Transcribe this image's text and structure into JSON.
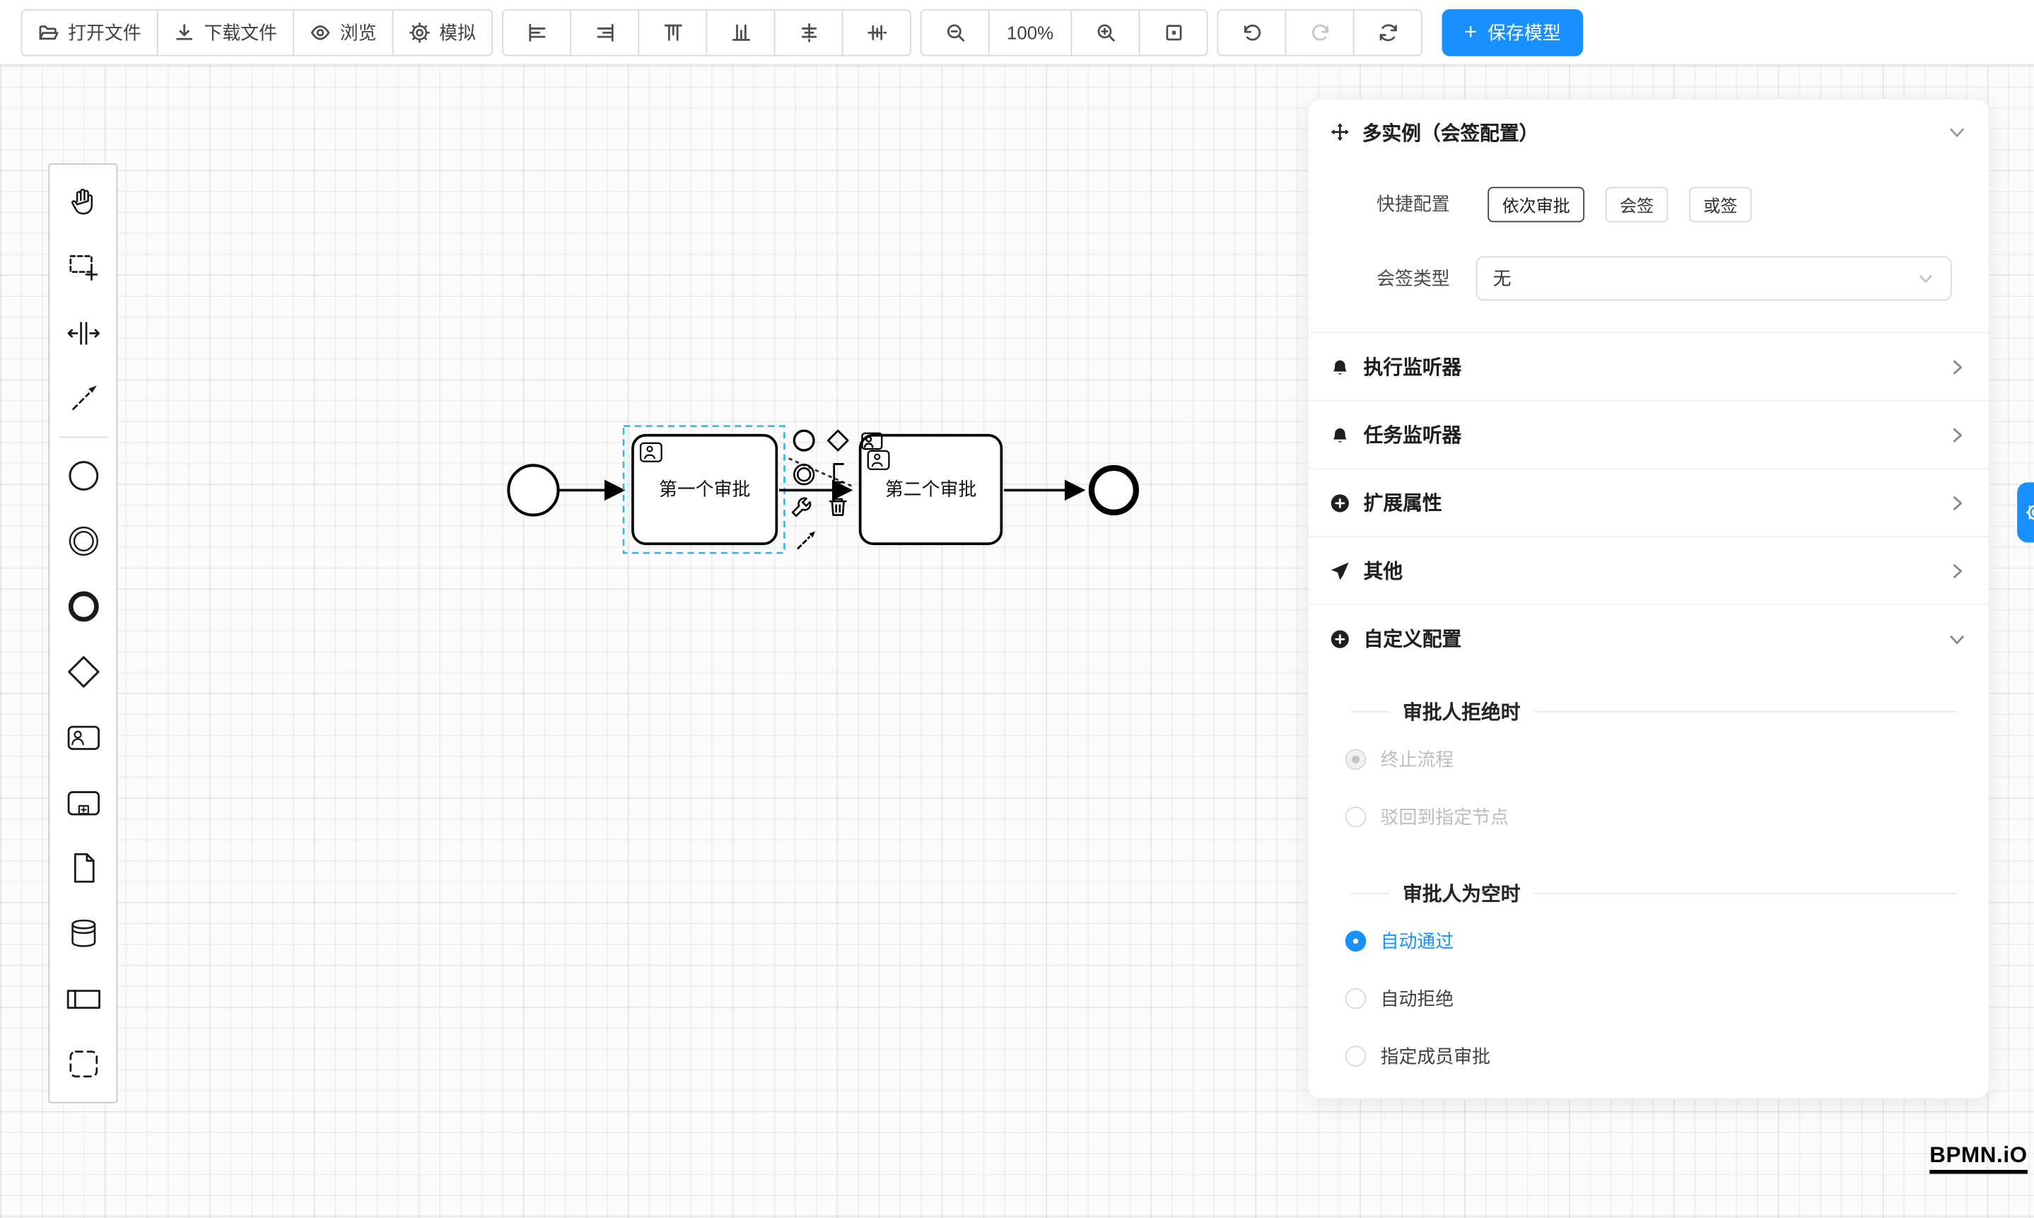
{
  "toolbar": {
    "open_file": "打开文件",
    "download_file": "下载文件",
    "preview": "浏览",
    "simulate": "模拟",
    "zoom_level": "100%",
    "plus": "+",
    "save_model": "保存模型"
  },
  "palette": {
    "tools": [
      "hand-tool",
      "lasso-tool",
      "space-tool",
      "global-connect-tool",
      "start-event",
      "intermediate-event",
      "end-event",
      "gateway",
      "user-task",
      "subprocess",
      "file-task",
      "data-store",
      "participant",
      "group"
    ]
  },
  "context_pad": [
    "append-end-event",
    "append-gateway",
    "append-user-task",
    "append-intermediate-event",
    "append-text-annotation",
    "change-type",
    "delete",
    "connect"
  ],
  "canvas": {
    "task1_label": "第一个审批",
    "task2_label": "第二个审批"
  },
  "logo": "BPMN.iO",
  "panel": {
    "title": "多实例（会签配置）",
    "quick_config_label": "快捷配置",
    "quick_options": [
      {
        "label": "依次审批",
        "active": true
      },
      {
        "label": "会签",
        "active": false
      },
      {
        "label": "或签",
        "active": false
      }
    ],
    "type_label": "会签类型",
    "type_value": "无",
    "sections": [
      {
        "label": "执行监听器",
        "icon": "bell-icon",
        "expanded": false
      },
      {
        "label": "任务监听器",
        "icon": "bell-icon",
        "expanded": false
      },
      {
        "label": "扩展属性",
        "icon": "plus-circle-icon",
        "expanded": false
      },
      {
        "label": "其他",
        "icon": "send-icon",
        "expanded": false
      },
      {
        "label": "自定义配置",
        "icon": "plus-circle-icon",
        "expanded": true
      }
    ],
    "reject_group": {
      "title": "审批人拒绝时",
      "options": [
        {
          "label": "终止流程",
          "checked": true,
          "disabled": true
        },
        {
          "label": "驳回到指定节点",
          "checked": false,
          "disabled": true
        }
      ]
    },
    "empty_group": {
      "title": "审批人为空时",
      "options": [
        {
          "label": "自动通过",
          "checked": true,
          "disabled": false
        },
        {
          "label": "自动拒绝",
          "checked": false,
          "disabled": false
        },
        {
          "label": "指定成员审批",
          "checked": false,
          "disabled": false
        }
      ]
    }
  },
  "colors": {
    "primary": "#1890ff"
  }
}
